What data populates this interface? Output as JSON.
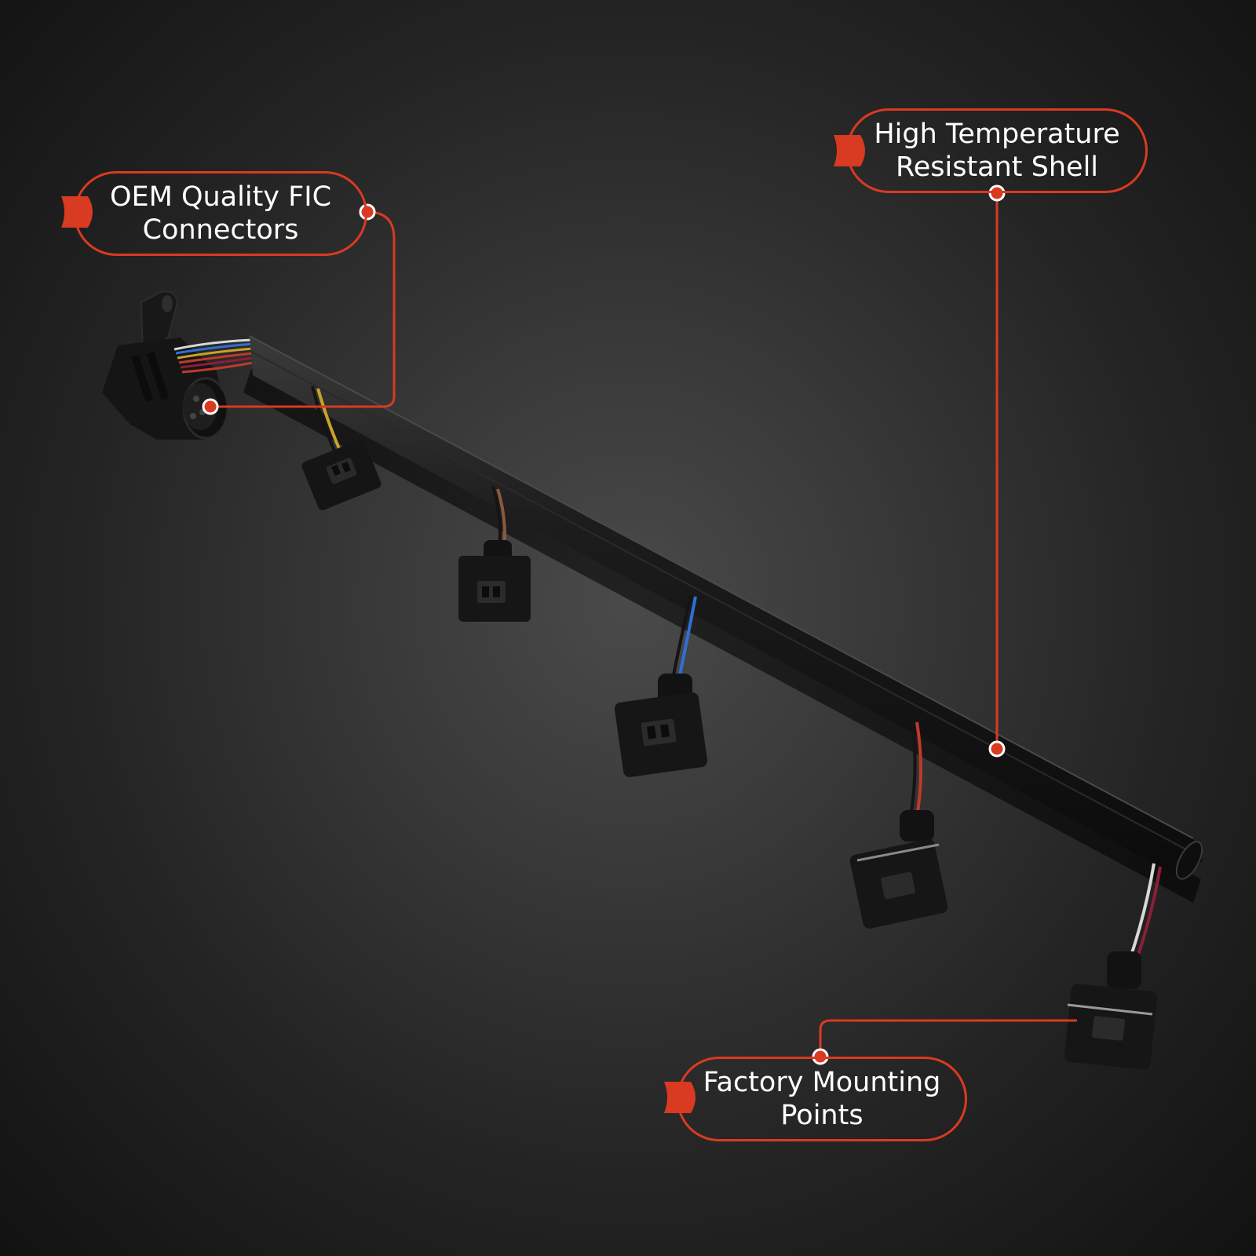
{
  "callouts": {
    "oem": {
      "line1": "OEM Quality FIC",
      "line2": "Connectors"
    },
    "high_temp": {
      "line1": "High Temperature",
      "line2": "Resistant Shell"
    },
    "factory": {
      "line1": "Factory Mounting",
      "line2": "Points"
    }
  },
  "colors": {
    "accent": "#d93a22",
    "text": "#ffffff",
    "background_center": "#4a4a4a",
    "background_edge": "#121212",
    "harness": "#141414"
  },
  "wire_colors": [
    "#2f6fd6",
    "#d8d8d8",
    "#c9a227",
    "#c0392b",
    "#8a1f3a"
  ]
}
